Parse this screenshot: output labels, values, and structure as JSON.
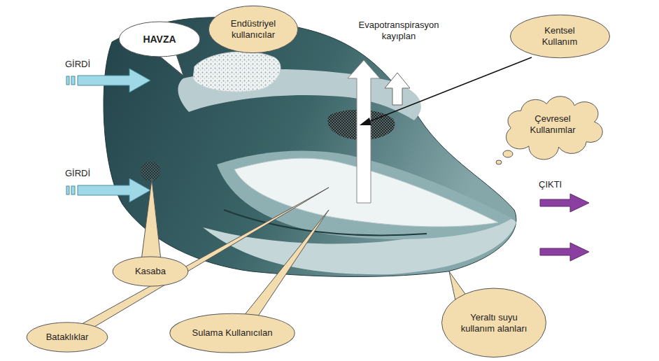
{
  "diagram": {
    "nodes": [
      {
        "text": [
          "HAVZA"
        ]
      },
      {
        "text": [
          "Endüstriyel kullanıcılar"
        ]
      },
      {
        "text": [
          "Kentsel Kullanım"
        ]
      },
      {
        "text": [
          "Çevresel Kullanımlar"
        ]
      },
      {
        "text": [
          "Kasaba"
        ]
      },
      {
        "text": [
          "Bataklıklar"
        ]
      },
      {
        "text": [
          "Sulama Kullanıcılan"
        ]
      },
      {
        "text": [
          "Yeraltı suyu kullanım alanları"
        ]
      }
    ],
    "labels": [
      "GİRDİ",
      "GİRDİ",
      "Evapotranspirasyon kayıplan",
      "ÇIKTI"
    ]
  }
}
